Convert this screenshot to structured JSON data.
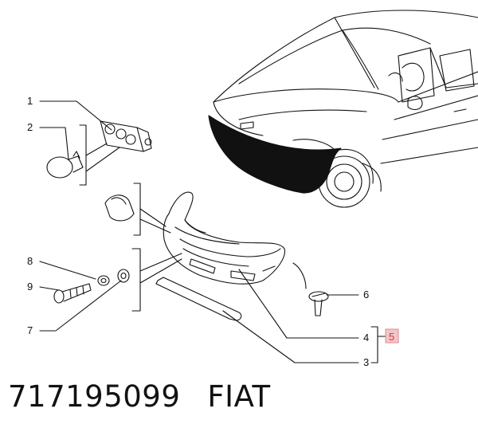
{
  "callouts": [
    {
      "id": "1",
      "label": "1"
    },
    {
      "id": "2",
      "label": "2"
    },
    {
      "id": "3",
      "label": "3"
    },
    {
      "id": "4",
      "label": "4"
    },
    {
      "id": "5",
      "label": "5",
      "highlighted": true
    },
    {
      "id": "6",
      "label": "6"
    },
    {
      "id": "7",
      "label": "7"
    },
    {
      "id": "8",
      "label": "8"
    },
    {
      "id": "9",
      "label": "9"
    }
  ],
  "caption": {
    "part_number": "717195099",
    "brand": "FIAT"
  },
  "colors": {
    "line": "#111111",
    "highlight_box": "#f2c6c9",
    "highlight_text": "#e0303a"
  }
}
